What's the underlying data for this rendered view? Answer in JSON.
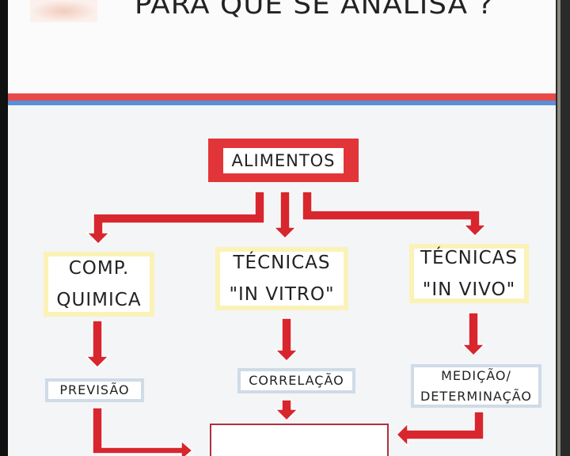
{
  "title": "PARA QUE SE ANALISA ?",
  "root": "ALIMENTOS",
  "branches": [
    {
      "label_line1": "COMP.",
      "label_line2": "QUIMICA",
      "result": "PREVISÃO"
    },
    {
      "label_line1": "TÉCNICAS",
      "label_line2": "\"IN  VITRO\"",
      "result": "CORRELAÇÃO"
    },
    {
      "label_line1": "TÉCNICAS",
      "label_line2": "\"IN  VIVO\"",
      "result_line1": "MEDIÇÃO/",
      "result_line2": "DETERMINAÇÃO"
    }
  ],
  "colors": {
    "arrow": "#d8262e",
    "top_rule": "#e84a4a",
    "bottom_rule": "#5b8fd6",
    "box_highlight": "#fbf2b8",
    "result_box": "#cfdbe6"
  }
}
